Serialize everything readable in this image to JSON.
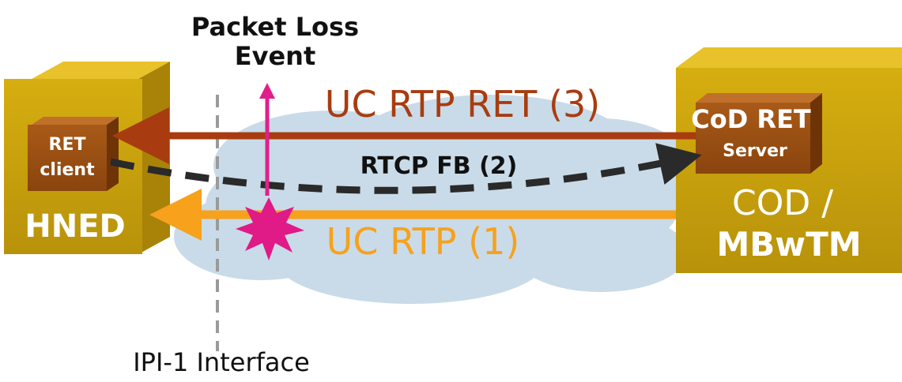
{
  "title": {
    "line1": "Packet Loss",
    "line2": "Event"
  },
  "hned": {
    "inner_line1": "RET",
    "inner_line2": "client",
    "label": "HNED"
  },
  "server": {
    "inner_line1": "CoD RET",
    "inner_line2": "Server",
    "label_line1": "COD /",
    "label_line2": "MBwTM"
  },
  "arrows": {
    "ret": "UC RTP RET (3)",
    "rtcp": "RTCP FB (2)",
    "rtp": "UC RTP (1)"
  },
  "interface_label": "IPI-1 Interface",
  "colors": {
    "box_gold": "#c9a20b",
    "box_gold_light": "#e8c22a",
    "inner_brown": "#9a4f12",
    "ret_arrow": "#a83c10",
    "rtp_arrow": "#f7a11c",
    "rtp_text": "#f7a11c",
    "ret_text": "#a83c10",
    "loss_arrow": "#e0208a",
    "burst": "#e01a86",
    "cloud": "#c9dbe8",
    "dashed": "#3a3a3a",
    "interface_line": "#9a9a9a"
  }
}
